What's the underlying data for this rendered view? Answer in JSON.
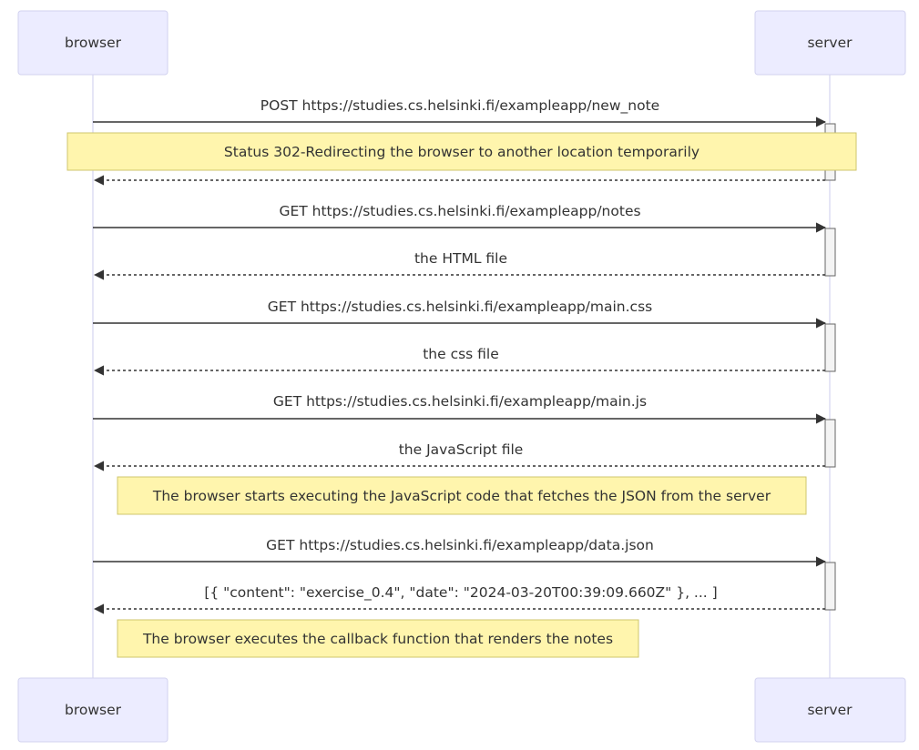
{
  "actors": {
    "browser": "browser",
    "server": "server"
  },
  "messages": [
    {
      "text": "POST https://studies.cs.helsinki.fi/exampleapp/new_note",
      "from": "browser",
      "to": "server",
      "style": "solid"
    },
    {
      "text": "",
      "from": "server",
      "to": "browser",
      "style": "dashed"
    },
    {
      "text": "GET https://studies.cs.helsinki.fi/exampleapp/notes",
      "from": "browser",
      "to": "server",
      "style": "solid"
    },
    {
      "text": "the HTML file",
      "from": "server",
      "to": "browser",
      "style": "dashed"
    },
    {
      "text": "GET https://studies.cs.helsinki.fi/exampleapp/main.css",
      "from": "browser",
      "to": "server",
      "style": "solid"
    },
    {
      "text": "the css file",
      "from": "server",
      "to": "browser",
      "style": "dashed"
    },
    {
      "text": "GET https://studies.cs.helsinki.fi/exampleapp/main.js",
      "from": "browser",
      "to": "server",
      "style": "solid"
    },
    {
      "text": "the JavaScript file",
      "from": "server",
      "to": "browser",
      "style": "dashed"
    },
    {
      "text": "GET https://studies.cs.helsinki.fi/exampleapp/data.json",
      "from": "browser",
      "to": "server",
      "style": "solid"
    },
    {
      "text": "[{ \"content\": \"exercise_0.4\", \"date\": \"2024-03-20T00:39:09.660Z\" }, ... ]",
      "from": "server",
      "to": "browser",
      "style": "dashed"
    }
  ],
  "notes": [
    {
      "text": "Status 302-Redirecting the browser to another location temporarily"
    },
    {
      "text": "The browser starts executing the JavaScript code that fetches the JSON from the server"
    },
    {
      "text": "The browser executes the callback function that renders the notes"
    }
  ],
  "colors": {
    "actor_fill": "#ececff",
    "actor_stroke": "#d2d2ef",
    "lifeline": "#d4d4f0",
    "note_fill": "#fff5ad",
    "note_stroke": "#cfc66d",
    "line": "#333333",
    "activation_fill": "#f4f4f4"
  }
}
